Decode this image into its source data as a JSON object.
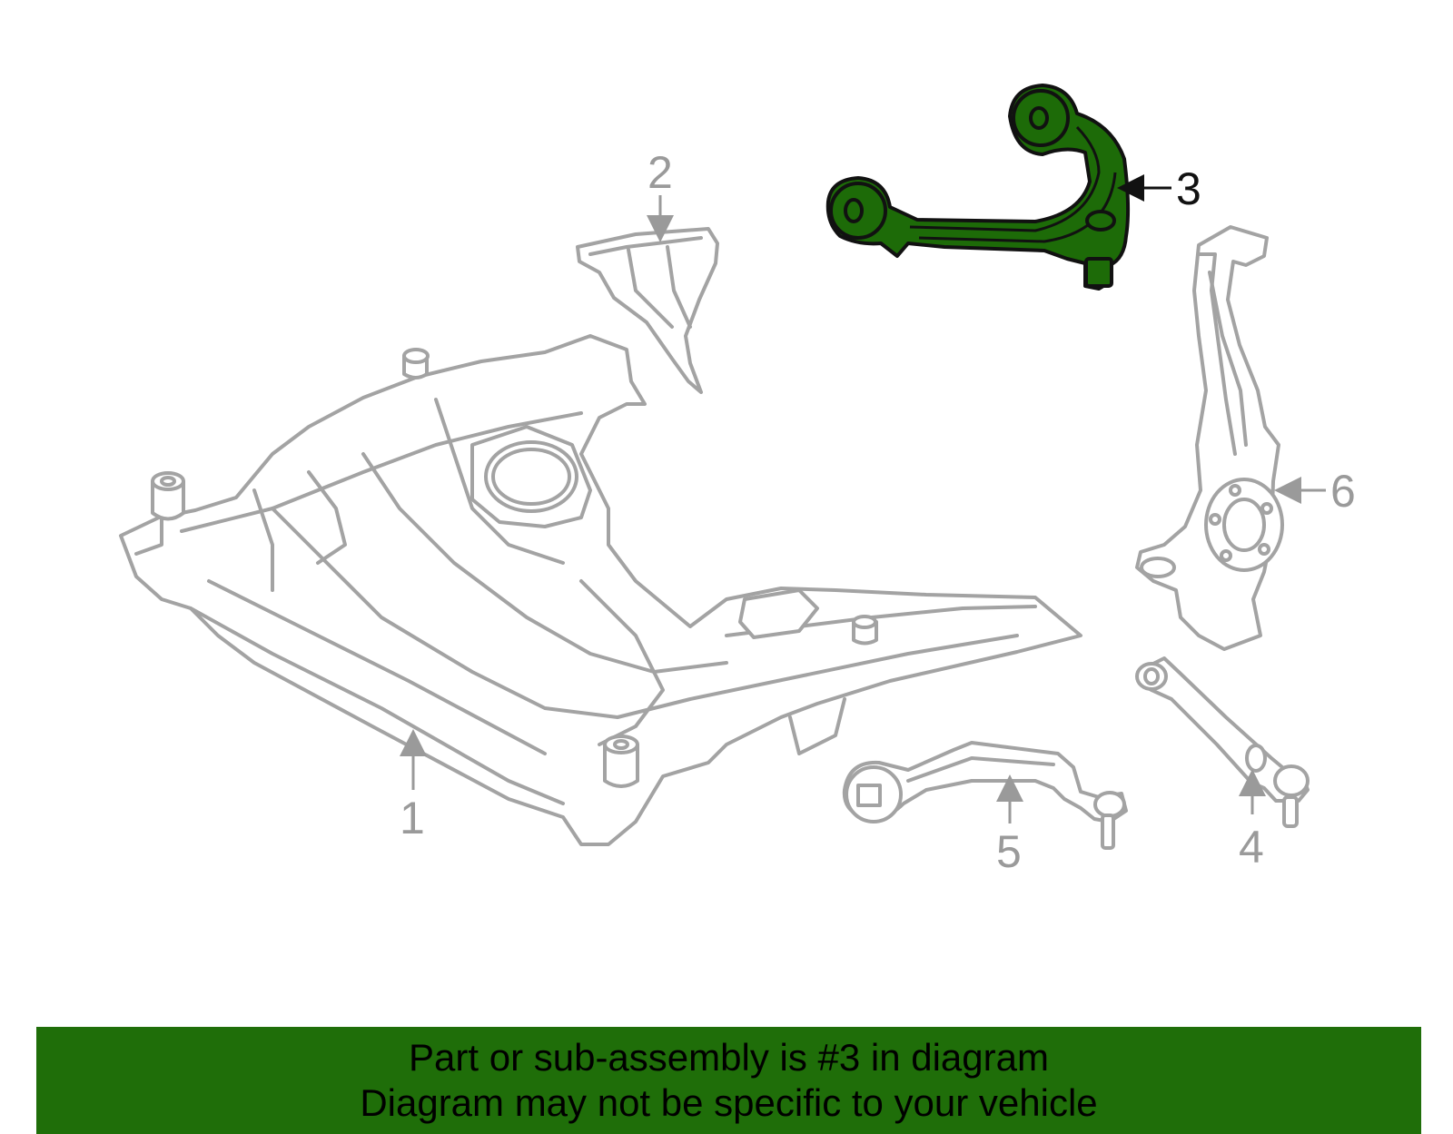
{
  "callouts": {
    "c1": "1",
    "c2": "2",
    "c3": "3",
    "c4": "4",
    "c5": "5",
    "c6": "6"
  },
  "highlight_color": "#1f6e09",
  "banner": {
    "line1": "Part or sub-assembly is #3 in diagram",
    "line2": "Diagram may not be specific to your vehicle"
  }
}
